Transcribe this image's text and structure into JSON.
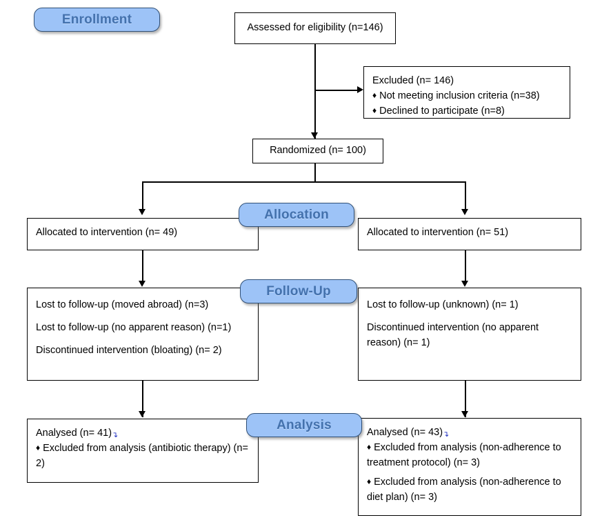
{
  "diagram": {
    "title": "CONSORT participant flow diagram",
    "accent_blue": "#9dc3f7",
    "label_text_color": "#4371ad",
    "box_border_color": "#000000"
  },
  "stages": {
    "enrollment": "Enrollment",
    "allocation": "Allocation",
    "followup": "Follow-Up",
    "analysis": "Analysis"
  },
  "enrollment": {
    "assessed": "Assessed for eligibility (n=146)",
    "excluded_title": "Excluded (n= 146)",
    "excluded_items": [
      "Not meeting inclusion criteria (n=38)",
      "Declined to participate (n=8)"
    ],
    "randomized": "Randomized (n= 100)"
  },
  "allocation": {
    "left": "Allocated to intervention (n= 49)",
    "right": "Allocated to intervention (n= 51)"
  },
  "followup": {
    "left_lines": [
      "Lost to follow-up (moved abroad) (n=3)",
      "Lost to follow-up (no apparent reason) (n=1)",
      "Discontinued intervention (bloating) (n= 2)"
    ],
    "right_lines": [
      "Lost to follow-up (unknown) (n= 1)",
      "Discontinued intervention (no apparent reason) (n= 1)"
    ]
  },
  "analysis": {
    "left_title": "Analysed (n= 41)",
    "left_items": [
      "Excluded from analysis (antibiotic therapy) (n= 2)"
    ],
    "right_title": "Analysed (n= 43)",
    "right_items": [
      "Excluded from analysis (non-adherence to treatment protocol) (n= 3)",
      "Excluded from analysis (non-adherence to diet plan) (n= 3)"
    ]
  },
  "glyphs": {
    "bullet": "♦",
    "comment_mark": "↴"
  }
}
